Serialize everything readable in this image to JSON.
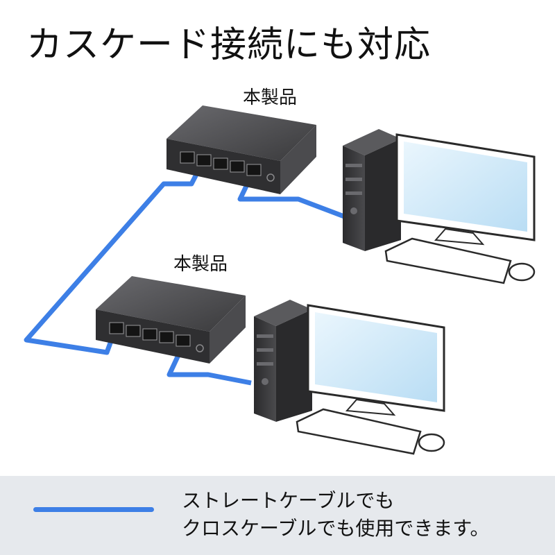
{
  "title": "カスケード接続にも対応",
  "switches": [
    {
      "label": "本製品"
    },
    {
      "label": "本製品"
    }
  ],
  "legend": {
    "line1": "ストレートケーブルでも",
    "line2": "クロスケーブルでも使用できます。"
  },
  "colors": {
    "cable": "#3d7fe6",
    "switch_body": "#3a3a3c",
    "pc_body": "#3b3b3d",
    "screen": "#cfe8f8",
    "legend_bg": "#e6e9ed"
  },
  "icons": [
    "network-switch-icon",
    "desktop-tower-icon",
    "monitor-icon",
    "keyboard-icon",
    "mouse-icon"
  ]
}
